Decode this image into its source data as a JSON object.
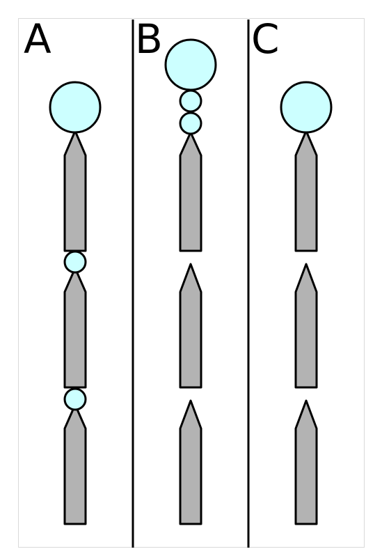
{
  "colors": {
    "background": "#ffffff",
    "outline": "#000000",
    "frame": "#d9d9d9",
    "body_fill": "#b3b3b3",
    "bubble_fill": "#ccffff"
  },
  "panels": [
    {
      "id": "A",
      "label": "A",
      "bubbles": [
        {
          "size": "large"
        },
        {
          "size": "small"
        },
        {
          "size": "small"
        }
      ],
      "pieces": [
        {
          "attached": true
        },
        {
          "attached": true
        },
        {
          "attached": true
        }
      ]
    },
    {
      "id": "B",
      "label": "B",
      "bubbles": [
        {
          "size": "large"
        },
        {
          "size": "small"
        },
        {
          "size": "small"
        }
      ],
      "pieces": [
        {
          "attached": true
        },
        {
          "attached": false
        },
        {
          "attached": false
        }
      ]
    },
    {
      "id": "C",
      "label": "C",
      "bubbles": [
        {
          "size": "large"
        }
      ],
      "pieces": [
        {
          "attached": true
        },
        {
          "attached": false
        },
        {
          "attached": false
        }
      ]
    }
  ]
}
